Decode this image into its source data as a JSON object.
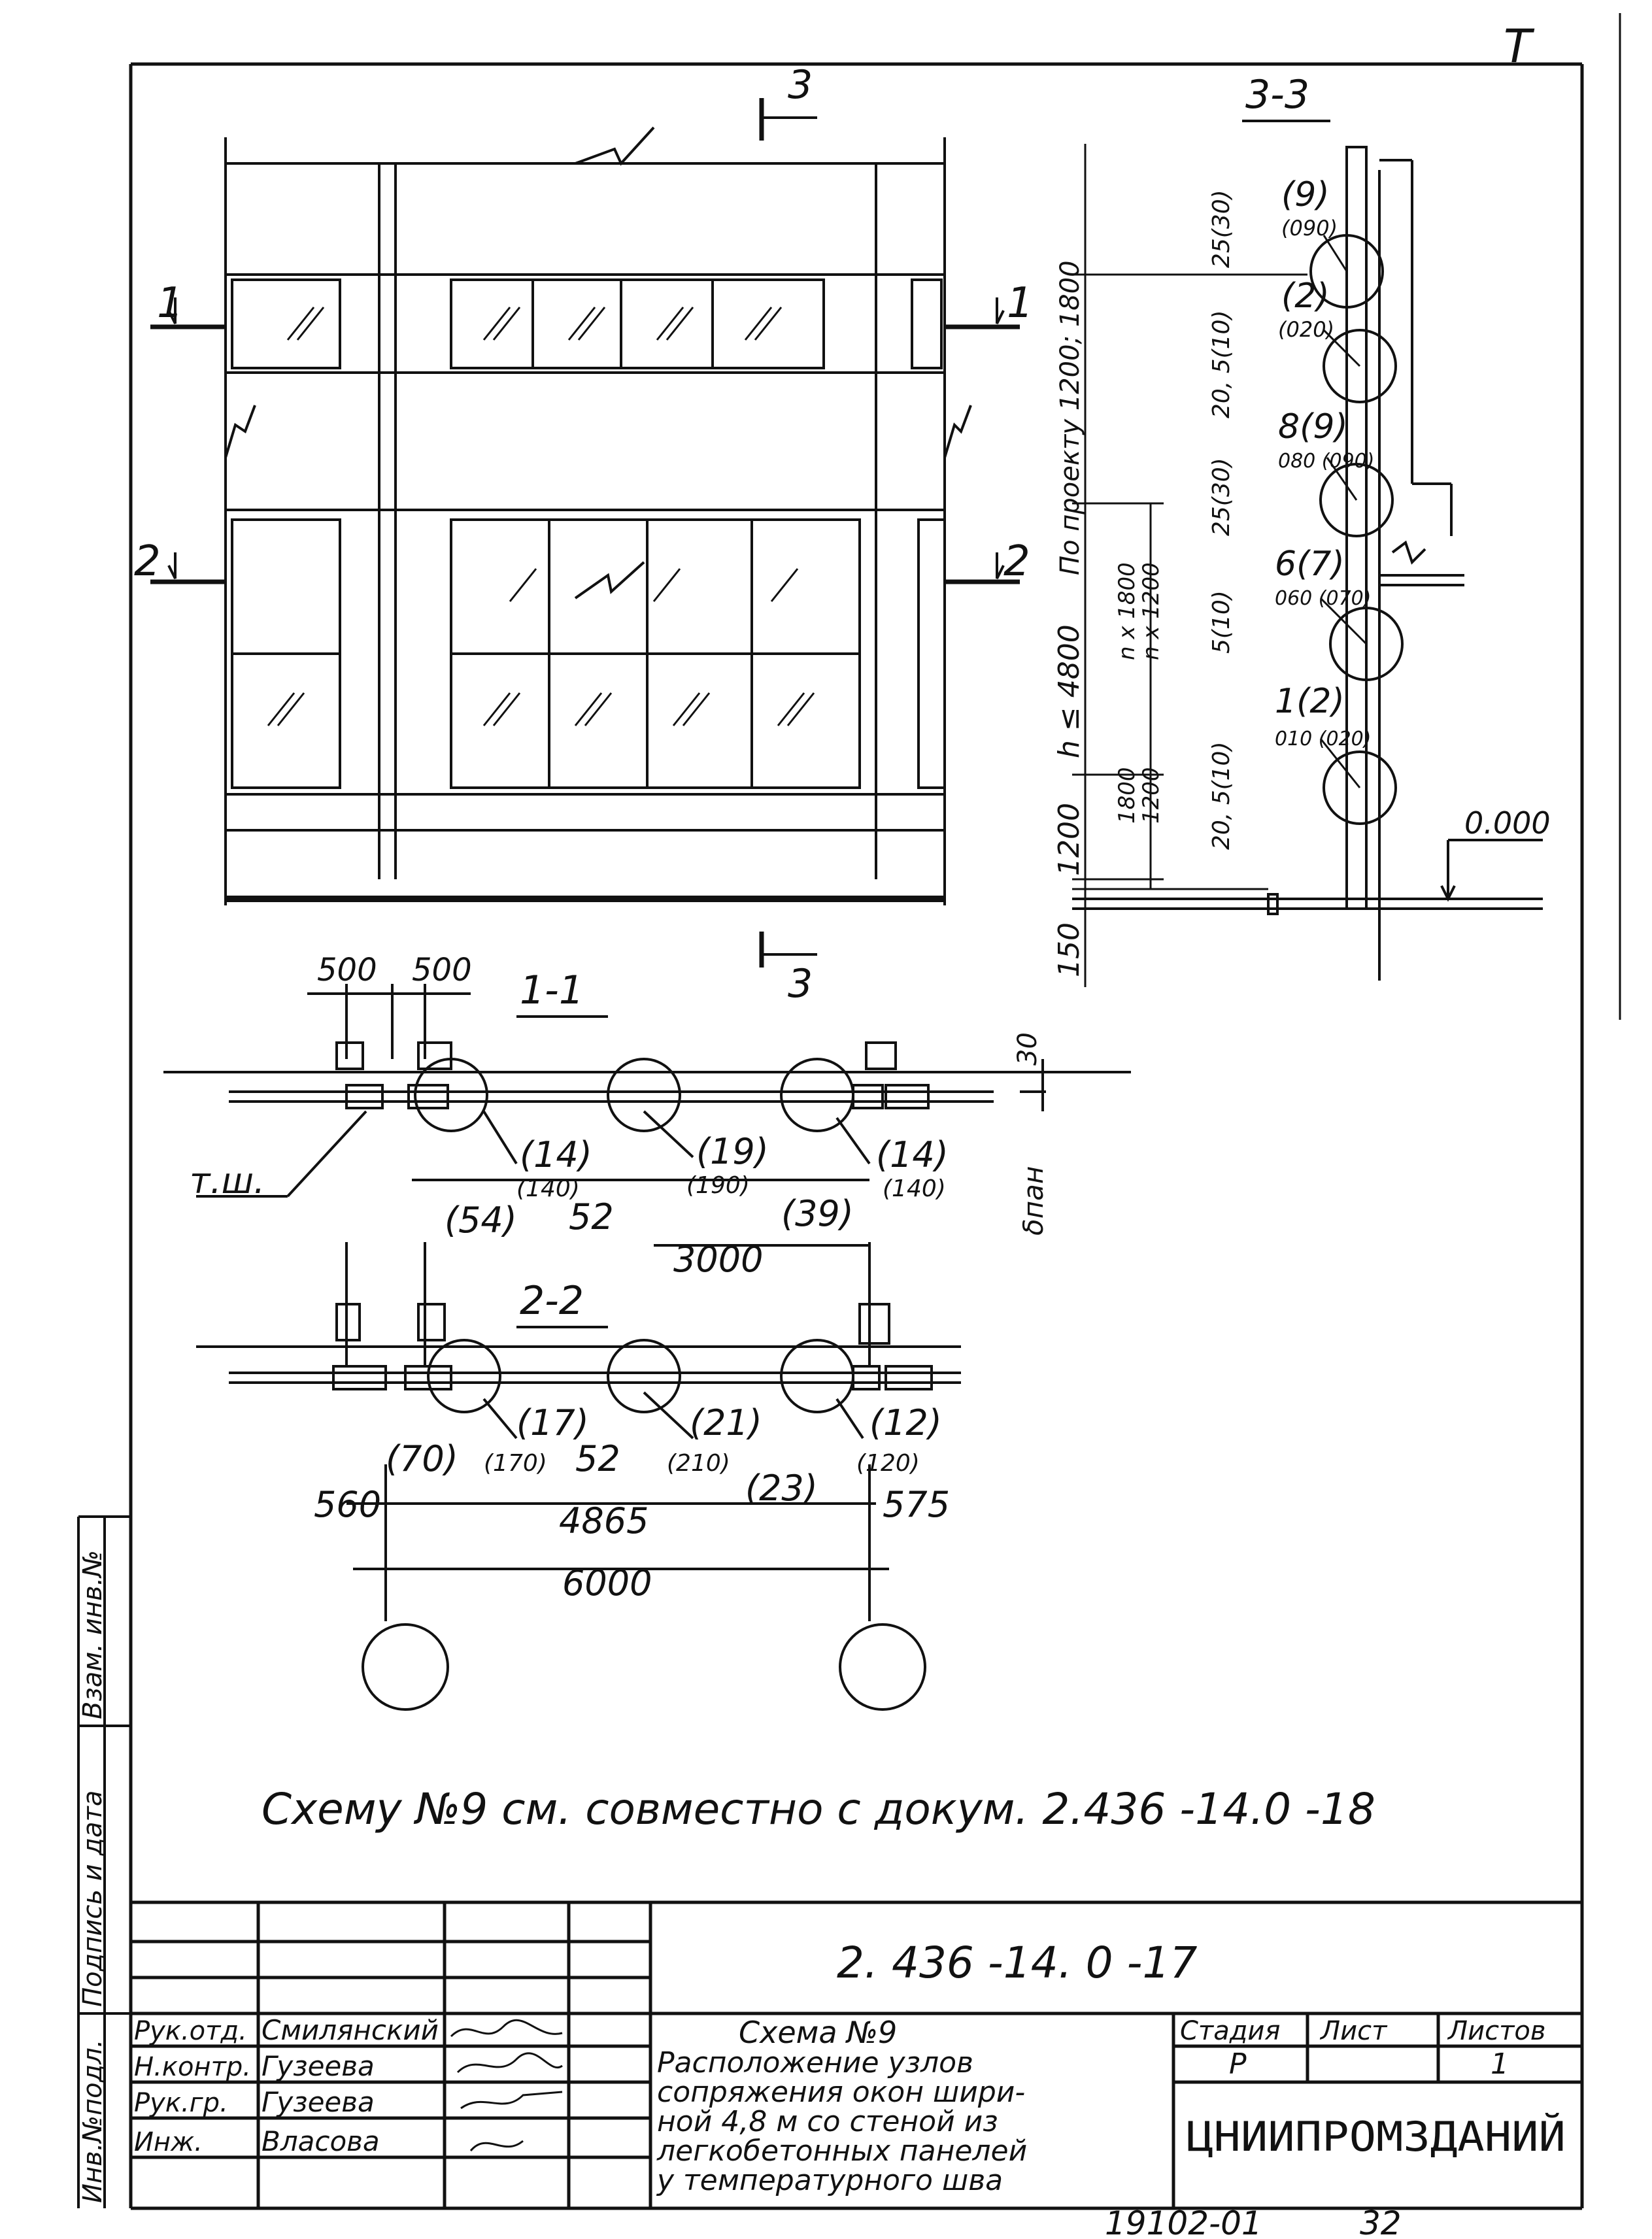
{
  "sheet": {
    "document_code": "2. 436 -14. 0 -17",
    "scheme_note": "Схему №9 см. совместно с докум. 2.436 -14.0 -18",
    "bottom_number": "19102-01",
    "bottom_page": "32",
    "top_mark": "T"
  },
  "sections": {
    "s11": "1-1",
    "s22": "2-2",
    "s33": "3-3",
    "mark1": "1",
    "mark2": "2",
    "mark3": "3"
  },
  "elevation": {
    "dims": [
      "150",
      "1200",
      "h ≤ 4800",
      "По проекту 1200; 1800"
    ],
    "dims_inner": [
      "1800",
      "1200",
      "n x 1800",
      "n x 1200"
    ],
    "level": "0.000"
  },
  "section33_nodes": [
    {
      "main": "(9)",
      "sub": "(090)",
      "gap": "25(30)"
    },
    {
      "main": "(2)",
      "sub": "(020)",
      "gap": "20, 5(10)"
    },
    {
      "main": "8(9)",
      "sub": "080 (090)",
      "gap": "25(30)"
    },
    {
      "main": "6(7)",
      "sub": "060 (070)",
      "gap": "5(10)"
    },
    {
      "main": "1(2)",
      "sub": "010 (020)",
      "gap": "20, 5(10)"
    }
  ],
  "section11": {
    "dim_top_left": "500",
    "dim_top_right": "500",
    "thickness": "30",
    "thickness_label": "δпан",
    "label_tsh": "т.ш.",
    "nodes": [
      {
        "main": "(14)",
        "sub": "(140)"
      },
      {
        "main": "(19)",
        "sub": "(190)"
      },
      {
        "main": "(14)",
        "sub": "(140)"
      }
    ],
    "dims": [
      "(54)",
      "52",
      "3000",
      "(39)"
    ]
  },
  "section22": {
    "nodes": [
      {
        "main": "(17)",
        "sub": "(170)"
      },
      {
        "main": "(21)",
        "sub": "(210)"
      },
      {
        "main": "(12)",
        "sub": "(120)"
      }
    ],
    "dims": [
      "(70)",
      "52",
      "(23)",
      "560",
      "4865",
      "575",
      "6000"
    ]
  },
  "side_stamp": [
    "Инв.№подл.",
    "Подпись и дата",
    "Взам. инв.№"
  ],
  "title_block": {
    "roles": [
      "Рук.отд.",
      "Н.контр.",
      "Рук.гр.",
      "Инж."
    ],
    "names": [
      "Смилянский",
      "Гузеева",
      "Гузеева",
      "Власова"
    ],
    "title_lines": [
      "Схема №9",
      "Расположение узлов",
      "сопряжения окон шири-",
      "ной 4,8 м со стеной из",
      "легкобетонных панелей",
      "у температурного шва"
    ],
    "col_headers": [
      "Стадия",
      "Лист",
      "Листов"
    ],
    "stage": "Р",
    "sheet_no": "1",
    "sheets_total": "",
    "organization": "ЦНИИПРОМЗДАНИЙ"
  }
}
